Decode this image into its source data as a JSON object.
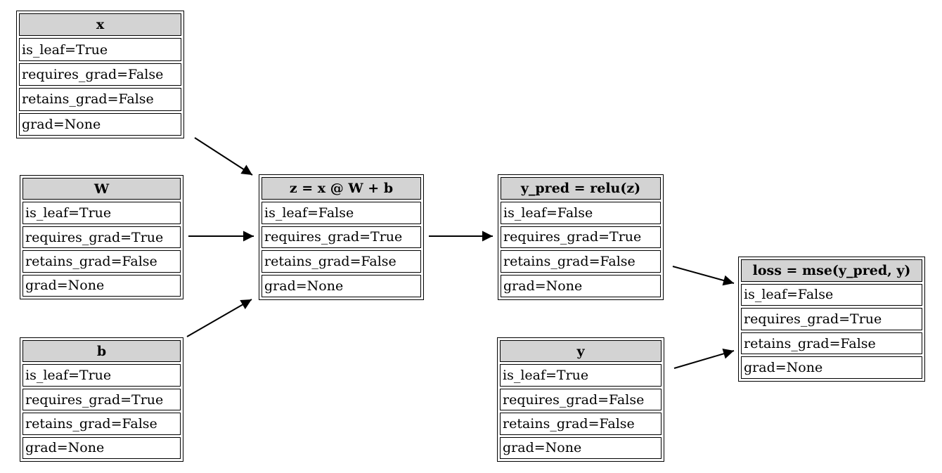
{
  "diagram": {
    "type": "computational-graph",
    "colors": {
      "node_header_fill": "#d3d3d3",
      "node_border": "#000000",
      "background": "#ffffff",
      "edge": "#000000"
    },
    "nodes": {
      "x": {
        "title": "x",
        "rows": [
          "is_leaf=True",
          "requires_grad=False",
          "retains_grad=False",
          "grad=None"
        ]
      },
      "W": {
        "title": "W",
        "rows": [
          "is_leaf=True",
          "requires_grad=True",
          "retains_grad=False",
          "grad=None"
        ]
      },
      "b": {
        "title": "b",
        "rows": [
          "is_leaf=True",
          "requires_grad=True",
          "retains_grad=False",
          "grad=None"
        ]
      },
      "z": {
        "title": "z = x @ W + b",
        "rows": [
          "is_leaf=False",
          "requires_grad=True",
          "retains_grad=False",
          "grad=None"
        ]
      },
      "y_pred": {
        "title": "y_pred = relu(z)",
        "rows": [
          "is_leaf=False",
          "requires_grad=True",
          "retains_grad=False",
          "grad=None"
        ]
      },
      "y": {
        "title": "y",
        "rows": [
          "is_leaf=True",
          "requires_grad=False",
          "retains_grad=False",
          "grad=None"
        ]
      },
      "loss": {
        "title": "loss = mse(y_pred, y)",
        "rows": [
          "is_leaf=False",
          "requires_grad=True",
          "retains_grad=False",
          "grad=None"
        ]
      }
    },
    "edges": [
      {
        "from": "x",
        "to": "z"
      },
      {
        "from": "W",
        "to": "z"
      },
      {
        "from": "b",
        "to": "z"
      },
      {
        "from": "z",
        "to": "y_pred"
      },
      {
        "from": "y_pred",
        "to": "loss"
      },
      {
        "from": "y",
        "to": "loss"
      }
    ]
  }
}
